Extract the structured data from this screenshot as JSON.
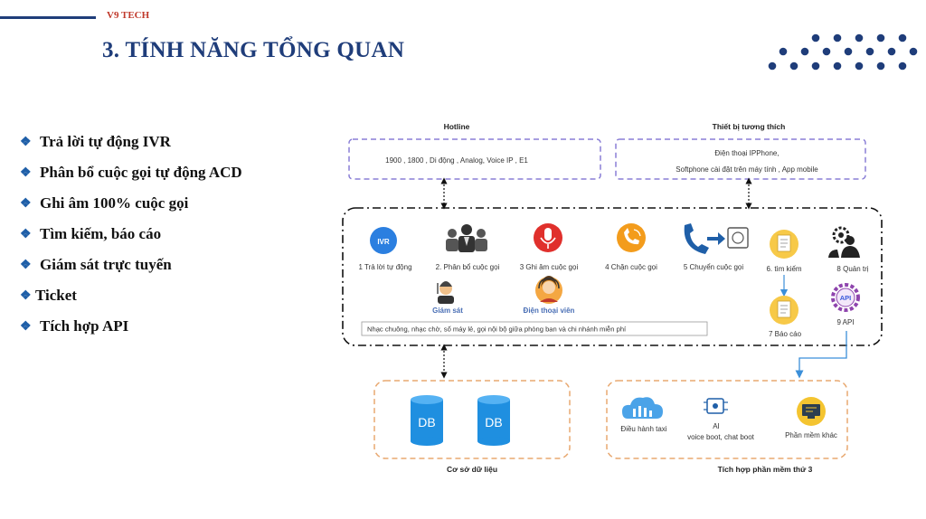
{
  "header": {
    "brand": "V9 TECH",
    "title": "3. TÍNH NĂNG TỔNG QUAN"
  },
  "features": [
    "Trả lời tự động IVR",
    "Phân bổ cuộc gọi tự động ACD",
    "Ghi âm 100% cuộc gọi",
    "Tìm kiếm, báo cáo",
    "Giám sát trực tuyến",
    "Ticket",
    "Tích hợp API"
  ],
  "diagram": {
    "hotline": {
      "title": "Hotline",
      "content": "1900 , 1800 , Di động , Analog, Voice IP , E1"
    },
    "devices": {
      "title": "Thiết bị tương thích",
      "line1": "Điện thoại IPPhone,",
      "line2": "Softphone cài đặt trên máy tính , App mobile"
    },
    "modules": {
      "ivr_badge": "IVR",
      "m1": "1 Trả lời tự động",
      "m2": "2. Phân bổ cuộc gọi",
      "m3": "3 Ghi âm cuộc gọi",
      "m4": "4 Chặn cuộc gọi",
      "m5": "5 Chuyển cuộc gọi",
      "m6": "6. tìm kiếm",
      "m7": "7 Báo cáo",
      "m8": "8 Quản trị",
      "m9": "9 API",
      "api_badge": "API",
      "supervisor": "Giám sát",
      "agent": "Điện thoại viên",
      "note": "Nhạc chuông, nhạc chờ, số máy lẻ, gọi nội bộ giữa phòng ban  và chi nhánh   miễn phí"
    },
    "database": {
      "db1": "DB",
      "db2": "DB",
      "caption": "Cơ sở dữ liệu"
    },
    "third_party": {
      "taxi": "Điều hành taxi",
      "ai_line1": "AI",
      "ai_line2": "voice boot, chat boot",
      "other": "Phần mềm khác",
      "caption": "Tích hợp phần mềm thứ 3"
    }
  },
  "colors": {
    "brand_red": "#c0392b",
    "title_blue": "#1f3d7a",
    "dash_purple": "#8a7fd6",
    "dash_orange": "#e8a870",
    "arrow_blue": "#3b8fd9"
  }
}
